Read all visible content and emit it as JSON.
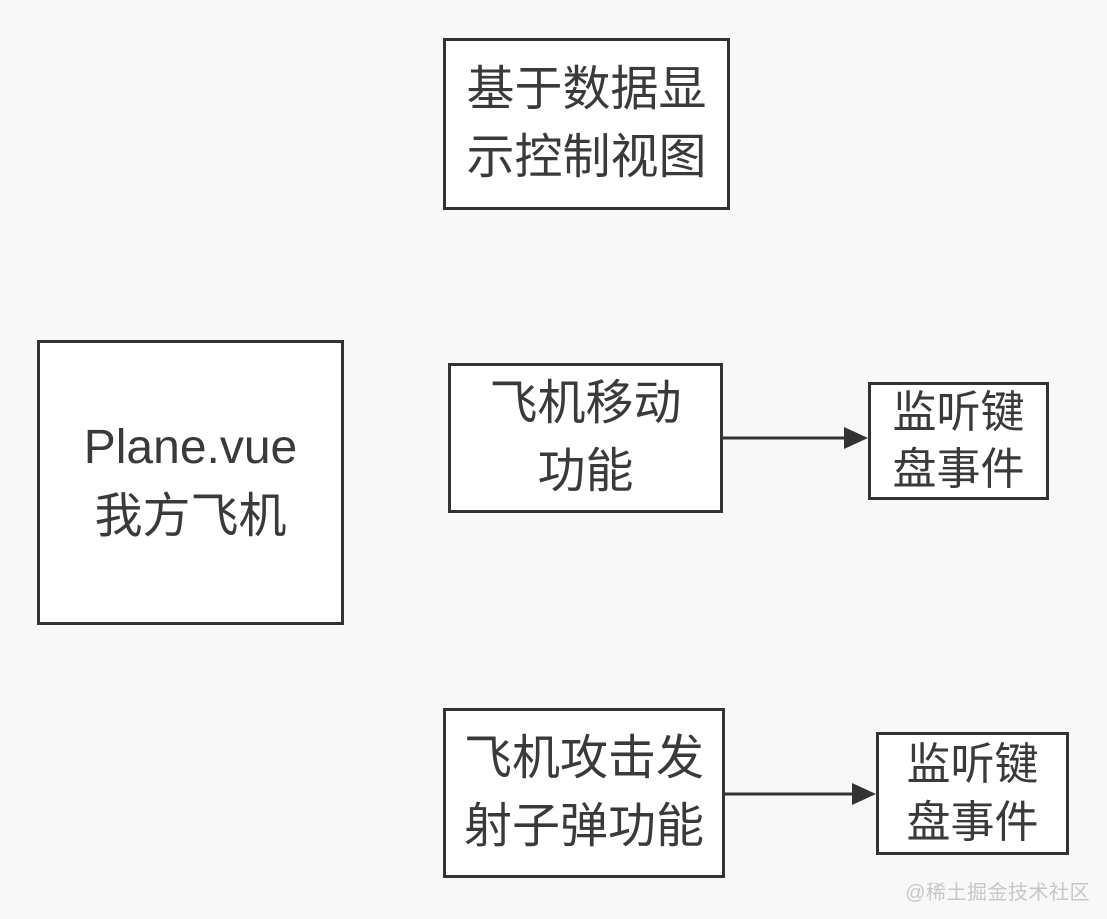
{
  "diagram": {
    "colors": {
      "background": "#f8f8f8",
      "node_fill": "#ffffff",
      "node_border": "#333333",
      "text": "#3a3a3a",
      "arrow": "#333333",
      "watermark_text": "#c6c6c6"
    },
    "nodes": [
      {
        "id": "view-control",
        "lines": [
          "基于数据显",
          "示控制视图"
        ]
      },
      {
        "id": "plane-vue",
        "lines": [
          "Plane.vue",
          "我方飞机"
        ]
      },
      {
        "id": "move-function",
        "lines": [
          "飞机移动",
          "功能"
        ]
      },
      {
        "id": "keyboard-listen-1",
        "lines": [
          "监听键",
          "盘事件"
        ]
      },
      {
        "id": "attack-function",
        "lines": [
          "飞机攻击发",
          "射子弹功能"
        ]
      },
      {
        "id": "keyboard-listen-2",
        "lines": [
          "监听键",
          "盘事件"
        ]
      }
    ],
    "arrows": [
      {
        "from": "move-function",
        "to": "keyboard-listen-1",
        "direction": "right"
      },
      {
        "from": "attack-function",
        "to": "keyboard-listen-2",
        "direction": "right"
      }
    ]
  },
  "watermark": {
    "text": "@稀土掘金技术社区"
  }
}
